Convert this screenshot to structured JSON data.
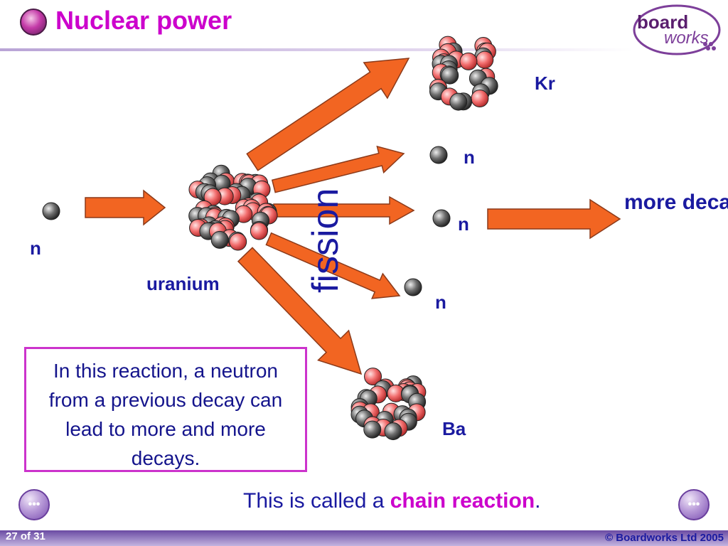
{
  "title": "Nuclear power",
  "logo": {
    "board": "board",
    "works": "works"
  },
  "labels": {
    "incoming_neutron": "n",
    "uranium": "uranium",
    "krypton": "Kr",
    "neutron1": "n",
    "neutron2": "n",
    "neutron3": "n",
    "barium": "Ba",
    "fission": "fission",
    "more_decays": "more decays"
  },
  "info_box": "In this reaction, a neutron from a previous decay can lead to more and more decays.",
  "chain": {
    "prefix": "This is called a ",
    "emphasis": "chain reaction",
    "suffix": "."
  },
  "footer": {
    "page": "27 of 31",
    "copyright": "© Boardworks Ltd 2005"
  },
  "nav": {
    "prev_icon": "prev-arrow-icon",
    "next_icon": "next-arrow-icon"
  },
  "colors": {
    "title": "#cc00cc",
    "text": "#1a1aa0",
    "arrow": "#f26522",
    "arrow_outline": "#8b3a1a",
    "proton": "#f26d6d",
    "neutron": "#6e6e6e"
  }
}
